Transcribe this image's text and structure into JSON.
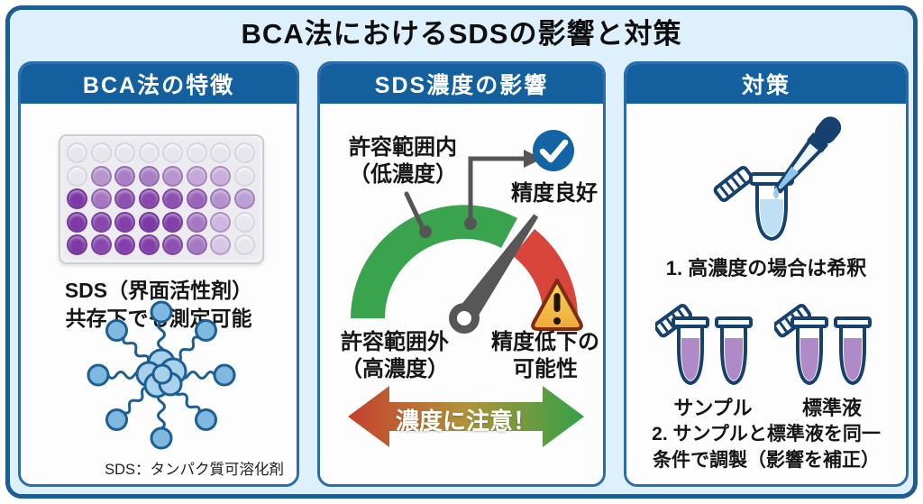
{
  "title": "BCA法におけるSDSの影響と対策",
  "colors": {
    "accent_blue": "#14609f",
    "frame_border": "#1c5d93",
    "panel_border": "#2a6cac",
    "background": "#def0fb",
    "gauge_green": "#3aa34e",
    "gauge_red": "#d8453a",
    "needle_gray": "#575757",
    "check_blue": "#1464a5",
    "warning_yellow": "#f6c63d",
    "warning_border": "#7d2d16",
    "liquid_purple": "#b08ac6",
    "liquid_lightblue": "#bfe0f4",
    "tube_outline": "#16416e",
    "arrow_red": "#c5402e",
    "arrow_green": "#34a047"
  },
  "panel_bca": {
    "header": "BCA法の特徴",
    "line1": "SDS（界面活性剤）",
    "line2": "共存下でも測定可能",
    "caption": "SDS：タンパク質可溶化剤",
    "plate_wells": [
      [
        "",
        "",
        "",
        "",
        "",
        "",
        "",
        ""
      ],
      [
        "",
        "#b795cd",
        "#a87fc4",
        "#a87fc4",
        "#b795cd",
        "#c3a8d8",
        "#c9b0da",
        ""
      ],
      [
        "#7d3aa4",
        "#a678c2",
        "#8c52b0",
        "#8747ad",
        "#8c52b0",
        "#9a64ba",
        "#b393ce",
        "#bc9fd4"
      ],
      [
        "#7d3aa4",
        "#8747ad",
        "#8340ab",
        "#7d3aa4",
        "#8340ab",
        "#a678c2",
        "#cdb6df",
        ""
      ],
      [
        "#7d3aa4",
        "#8747ad",
        "#8340ab",
        "#8340ab",
        "#8c52b0",
        "#a678c2",
        "#d7c6e6",
        ""
      ]
    ]
  },
  "panel_gauge": {
    "header": "SDS濃度の影響",
    "label_ok_line1": "許容範囲内",
    "label_ok_line2": "（低濃度）",
    "label_good": "精度良好",
    "label_ng_line1": "許容範囲外",
    "label_ng_line2": "（高濃度）",
    "label_risk_line1": "精度低下の",
    "label_risk_line2": "可能性",
    "arrow_text": "濃度に注意！"
  },
  "panel_measures": {
    "header": "対策",
    "step1": "1. 高濃度の場合は希釈",
    "tube_label_sample": "サンプル",
    "tube_label_standard": "標準液",
    "step2_line1": "2. サンプルと標準液を同一",
    "step2_line2": "条件で調製（影響を補正）"
  }
}
